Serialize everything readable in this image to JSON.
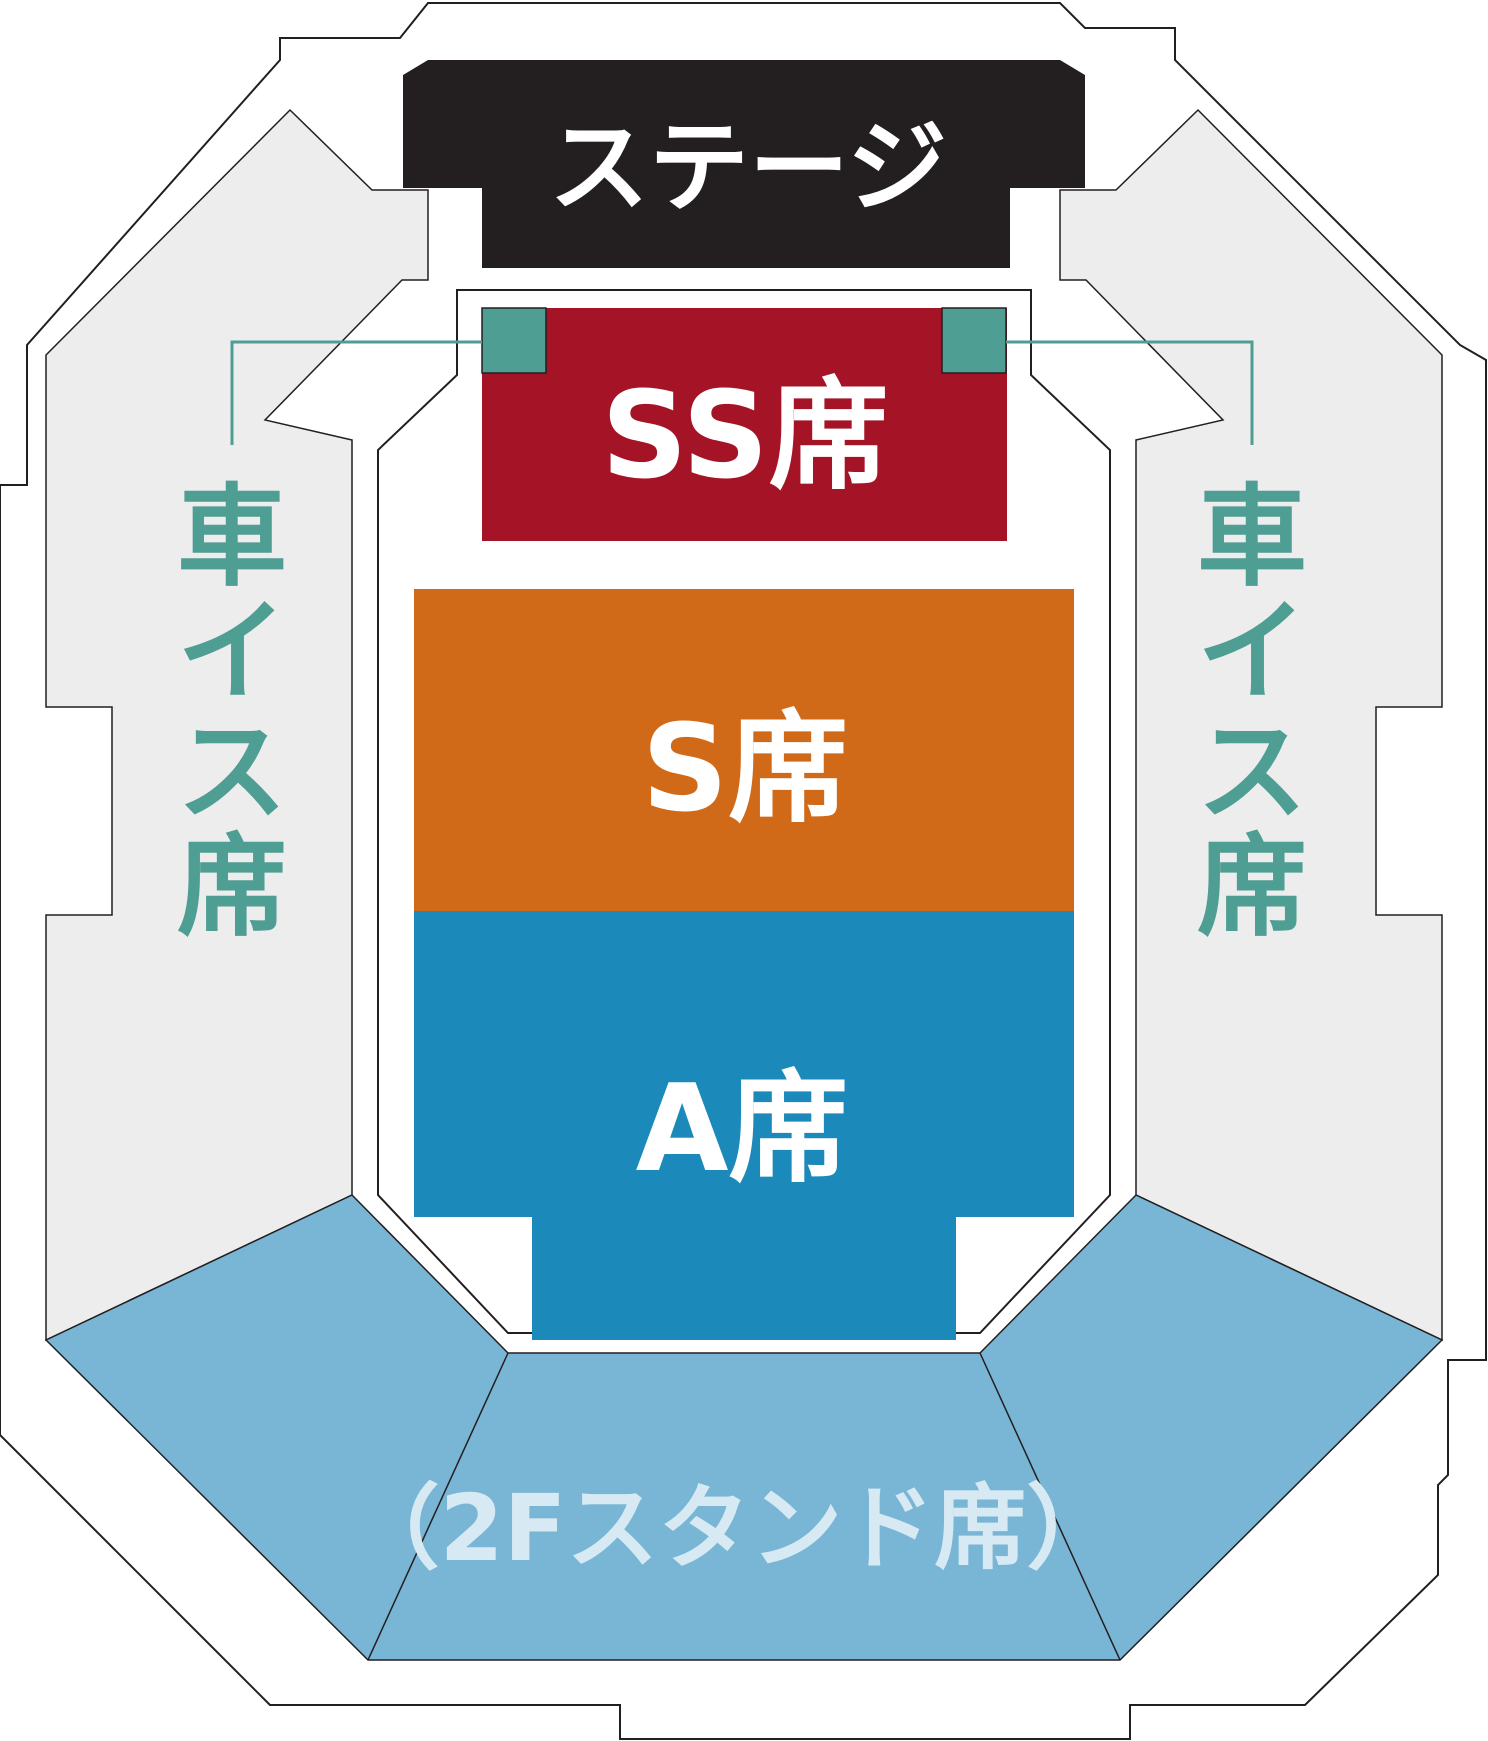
{
  "stage": {
    "label": "ステージ"
  },
  "sections": {
    "ss": {
      "label": "SS席"
    },
    "s": {
      "label": "S席"
    },
    "a": {
      "label": "A席"
    },
    "stand": {
      "label": "（2Fスタンド席）"
    }
  },
  "wheelchair": {
    "left": {
      "chars": [
        "車",
        "イ",
        "ス",
        "席"
      ]
    },
    "right": {
      "chars": [
        "車",
        "イ",
        "ス",
        "席"
      ]
    }
  },
  "colors": {
    "stage": "#231f20",
    "ss": "#a51426",
    "s": "#d06a18",
    "a": "#1b8abb",
    "stand": "#79b6d6",
    "stand_text": "#d7eaf3",
    "side": "#ededed",
    "wheelchair": "#4f9e94"
  }
}
